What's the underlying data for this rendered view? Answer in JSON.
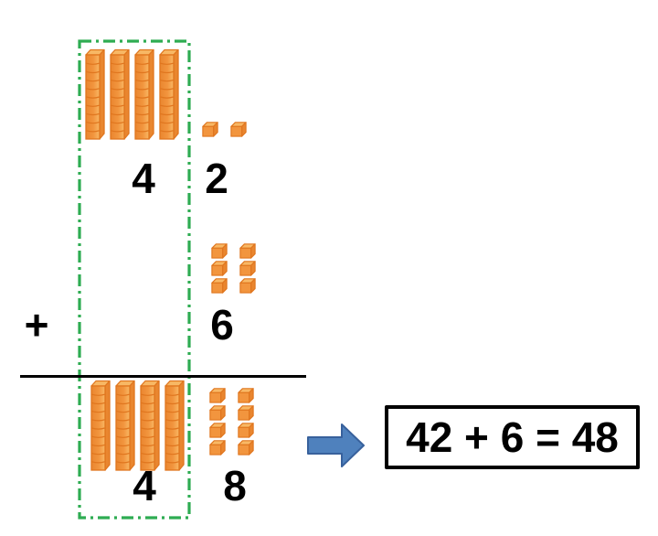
{
  "figure": {
    "description": "Base-ten blocks place-value diagram showing the addition 42 + 6 = 48",
    "operator": "+",
    "equation": "42 + 6 = 48",
    "rows": [
      {
        "name": "first-addend",
        "tens": 4,
        "ones": 2,
        "tens_label": "4",
        "ones_label": "2"
      },
      {
        "name": "second-addend",
        "tens": 0,
        "ones": 6,
        "tens_label": "",
        "ones_label": "6"
      },
      {
        "name": "sum",
        "tens": 4,
        "ones": 8,
        "tens_label": "4",
        "ones_label": "8"
      }
    ],
    "icons": {
      "tens_rod": "tens-rod (stack of 10 orange unit cubes)",
      "ones_cube": "ones-cube (single orange unit cube)",
      "arrow": "right-arrow-icon"
    },
    "colors": {
      "cube_front": "#F2953E",
      "cube_top": "#F8B865",
      "cube_side": "#E9862F",
      "cube_outline": "#E0761F",
      "frame_green": "#2EAC52",
      "sum_line": "#000000",
      "arrow_fill": "#4F81BD",
      "arrow_outline": "#38619C",
      "box_border": "#000000",
      "text": "#000000",
      "background": "#FFFFFF"
    }
  }
}
